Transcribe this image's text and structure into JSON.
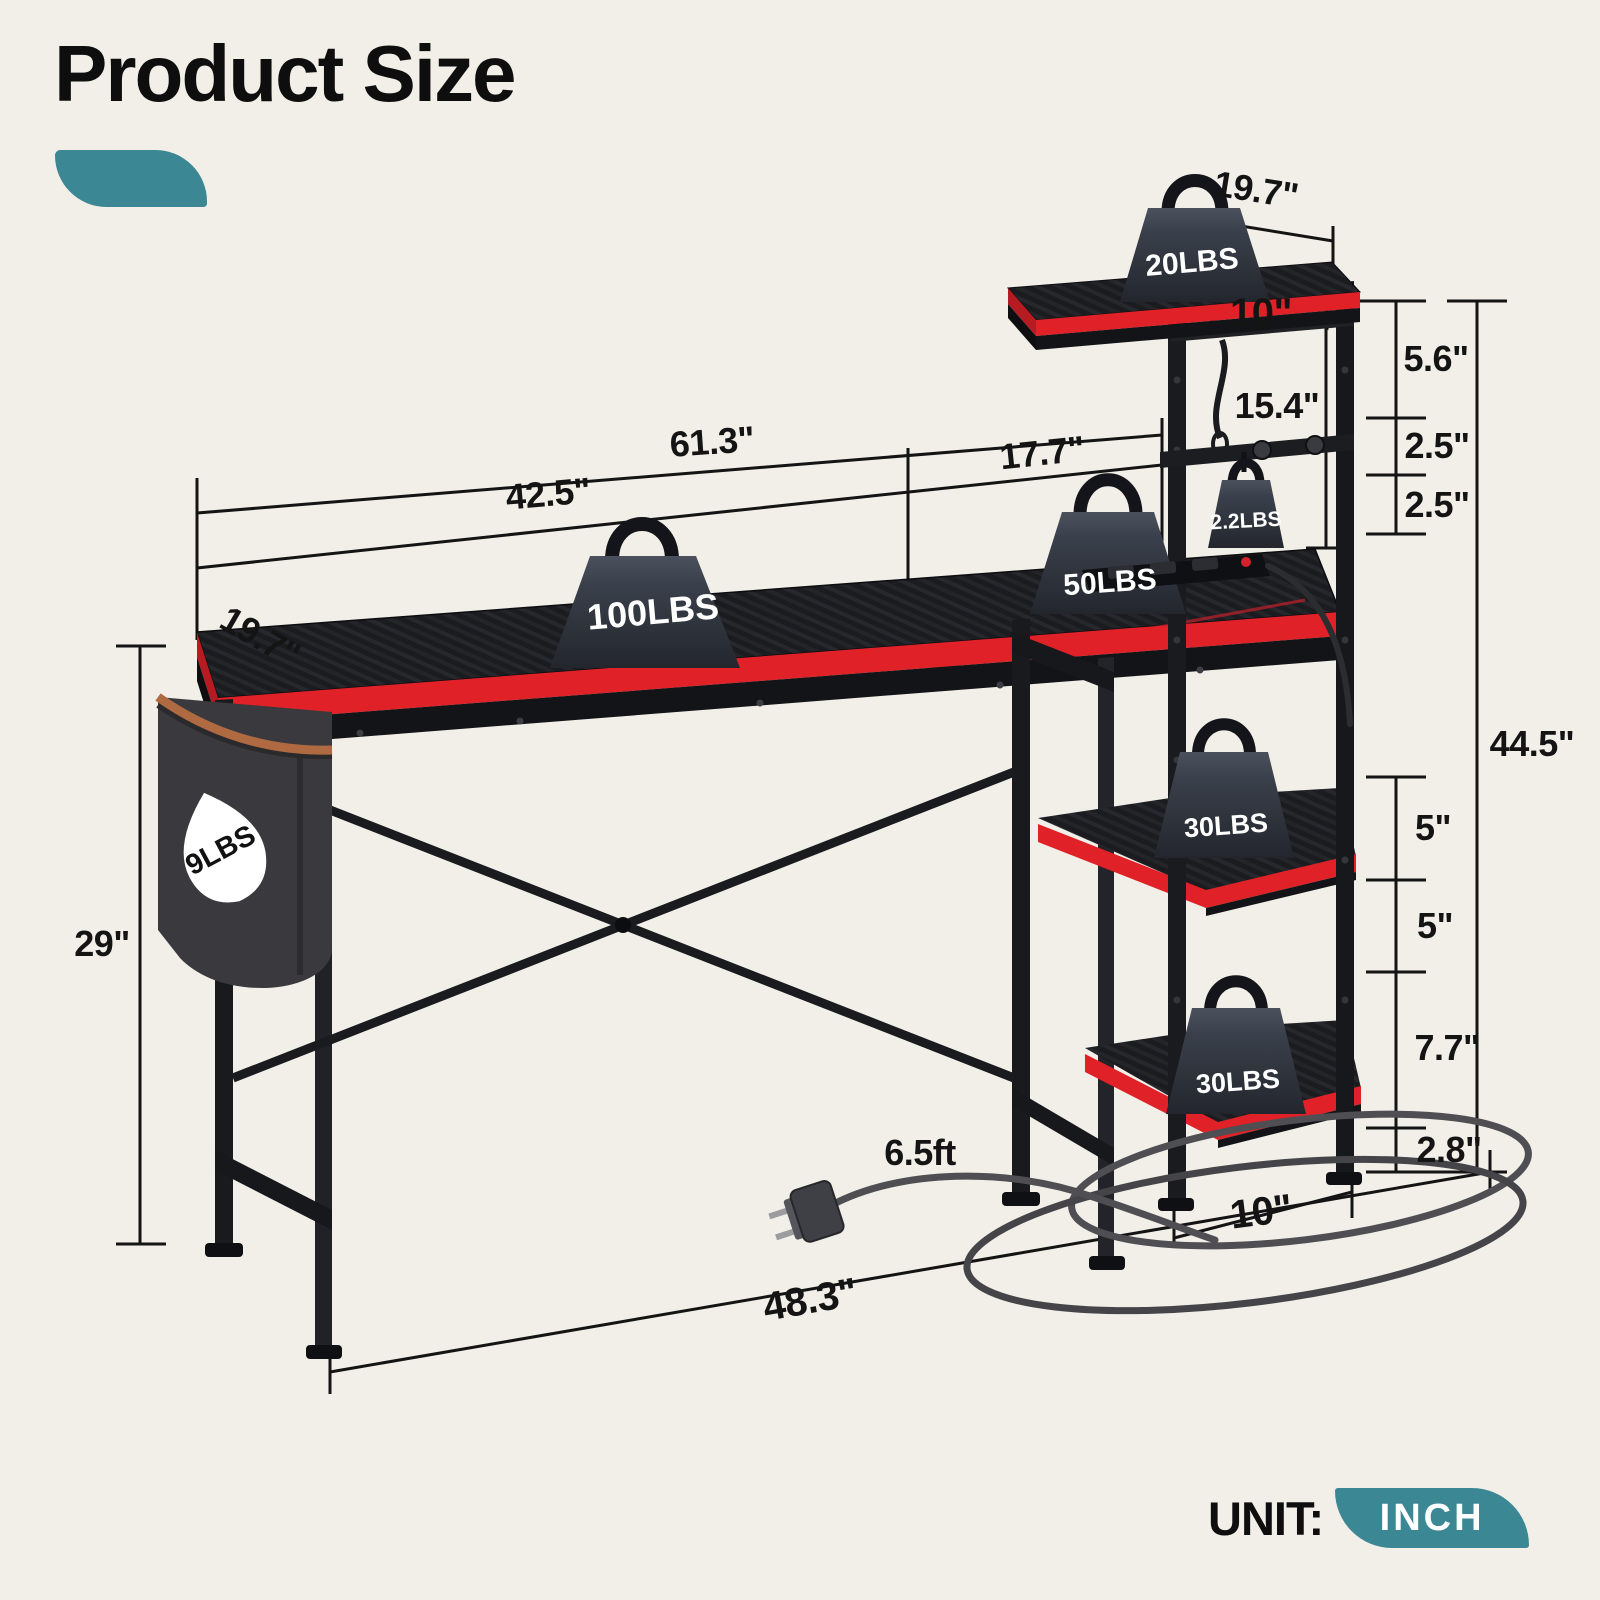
{
  "title": "Product Size",
  "unit": {
    "label": "UNIT:",
    "value": "INCH"
  },
  "colors": {
    "background": "#F2EEE8",
    "teal": "#3C8794",
    "red": "#E02128",
    "ink": "#141414",
    "white": "#FFFFFF"
  },
  "dimensions": {
    "top_shelf_depth": "19.7\"",
    "top_shelf_width": "10\"",
    "shelf_to_top_gap": "5.6\"",
    "monitor_shelf_clearance": "15.4\"",
    "hook_gap_upper": "2.5\"",
    "hook_gap_lower": "2.5\"",
    "total_width": "61.3\"",
    "desktop_width": "42.5\"",
    "shelf_tower_width": "17.7\"",
    "desktop_depth": "19.7\"",
    "total_height": "44.5\"",
    "desktop_height": "29\"",
    "shelf_gap_top": "5\"",
    "shelf_gap_middle": "5\"",
    "shelf_gap_bottom": "7.7\"",
    "ground_clearance": "2.8\"",
    "bottom_shelf_width": "10\"",
    "power_cord_length": "6.5ft",
    "base_width": "48.3\""
  },
  "capacities": {
    "top_shelf": "20LBS",
    "hook": "2.2LBS",
    "desktop_main": "100LBS",
    "desktop_right": "50LBS",
    "middle_shelf": "30LBS",
    "lower_shelf": "30LBS",
    "side_pocket": "9LBS"
  }
}
